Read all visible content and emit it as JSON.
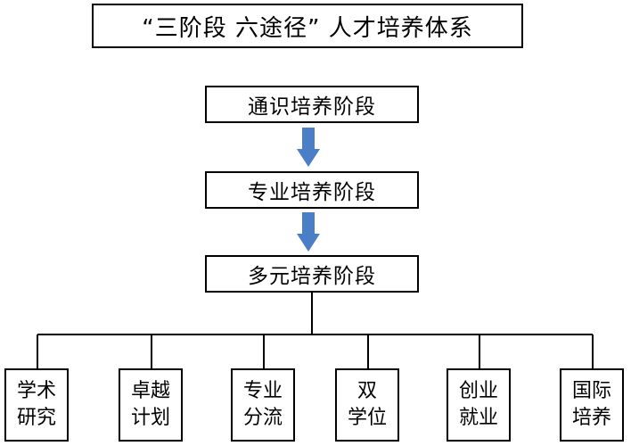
{
  "title": "“三阶段  六途径”  人才培养体系",
  "stages": [
    {
      "label": "通识培养阶段"
    },
    {
      "label": "专业培养阶段"
    },
    {
      "label": "多元培养阶段"
    }
  ],
  "paths": [
    {
      "line1": "学术",
      "line2": "研究"
    },
    {
      "line1": "卓越",
      "line2": "计划"
    },
    {
      "line1": "专业",
      "line2": "分流"
    },
    {
      "line1": "双",
      "line2": "学位"
    },
    {
      "line1": "创业",
      "line2": "就业"
    },
    {
      "line1": "国际",
      "line2": "培养"
    }
  ],
  "colors": {
    "arrow": "#4a7fc8",
    "border": "#000000"
  }
}
